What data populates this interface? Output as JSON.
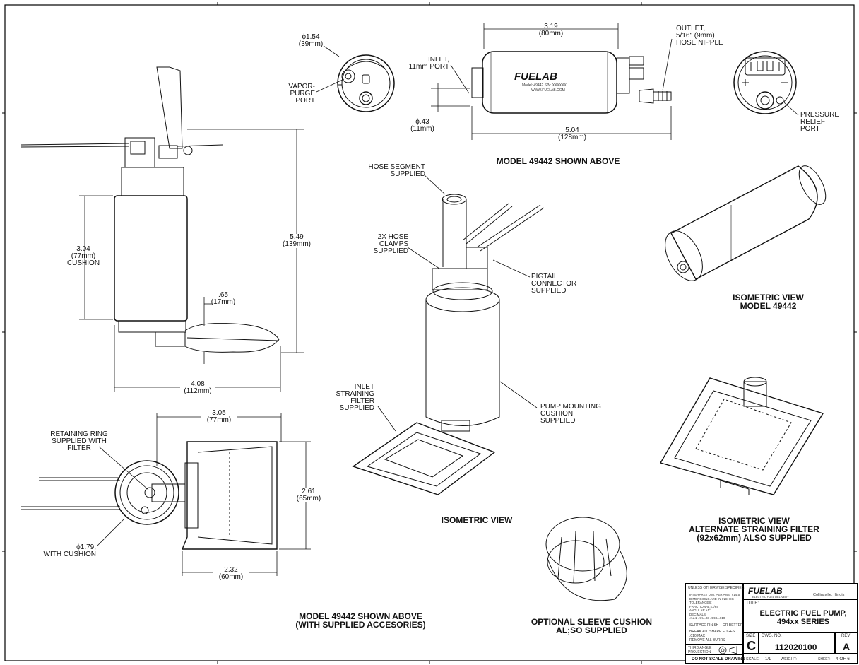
{
  "drawing": {
    "top_view_left": {
      "dia_main": "ϕ1.54",
      "dia_main_mm": "(39mm)",
      "vapor_port": "VAPOR-\nPURGE\nPORT"
    },
    "side_view": {
      "width": "3.19",
      "width_mm": "(80mm)",
      "length": "5.04",
      "length_mm": "(128mm)",
      "inlet": "INLET,\n11mm PORT",
      "inlet_dia": "ϕ.43",
      "inlet_dia_mm": "(11mm)",
      "outlet": "OUTLET,\n5/16\" (9mm)\nHOSE NIPPLE",
      "brand": "FUELAB",
      "model_line": "Model: 49442    S/N: XXXXXX",
      "url": "WWW.FUELAB.COM"
    },
    "top_view_right": {
      "pressure_relief": "PRESSURE\nRELIEF\nPORT"
    },
    "caption_model": "MODEL 49442 SHOWN ABOVE",
    "front_view": {
      "cushion_len": "3.04",
      "cushion_len_mm": "(77mm)",
      "cushion_word": "CUSHION",
      "overall": "5.49",
      "overall_mm": "(139mm)",
      "filter_h": ".65",
      "filter_h_mm": "(17mm)",
      "width": "4.08",
      "width_mm": "(112mm)"
    },
    "plan_view": {
      "len": "3.05",
      "len_mm": "(77mm)",
      "retaining": "RETAINING RING\nSUPPLIED WITH\nFILTER",
      "height": "2.61",
      "height_mm": "(65mm)",
      "dia": "ϕ1.79,",
      "dia_word": "WITH CUSHION",
      "width": "2.32",
      "width_mm": "(60mm)"
    },
    "caption_model_acc": "MODEL 49442 SHOWN ABOVE\n(WITH SUPPLIED ACCESORIES)",
    "iso_center": {
      "hose": "HOSE SEGMENT\nSUPPLIED",
      "clamps": "2X HOSE\nCLAMPS\nSUPPLIED",
      "pigtail": "PIGTAIL\nCONNECTOR\nSUPPLIED",
      "cushion": "PUMP MOUNTING\nCUSHION\nSUPPLIED",
      "inlet_filter": "INLET\nSTRAINING\nFILTER\nSUPPLIED",
      "caption": "ISOMETRIC VIEW"
    },
    "iso_model_caption": "ISOMETRIC VIEW\nMODEL 49442",
    "iso_filter_caption": "ISOMETRIC VIEW\nALTERNATE STRAINING FILTER\n(92x62mm) ALSO SUPPLIED",
    "sleeve_caption": "OPTIONAL SLEEVE CUSHION\nAL;SO SUPPLIED"
  },
  "title_block": {
    "unless": "UNLESS OTHERWISE SPECIFIED:",
    "notes": "INTERPRET DIM. PER ANSI Y14.5\nDIMENSIONS ARE IN INCHES\nTOLERANCES:\nFRACTIONAL ±1/64\"\nANGULAR ±1°\nDECIMALS:\n.X±.1  .XX±.03  .XXX±.010",
    "finish": "SURFACE FINISH",
    "finish_val": "OR BETTER",
    "break": "BREAK ALL SHARP EDGES .010 MAX\nREMOVE ALL BURRS",
    "third_angle": "THIRD ANGLE\nPROJECTION",
    "do_not_scale": "DO NOT SCALE DRAWING",
    "company": "FUELAB",
    "company_sub": "ELECTRIC FUEL DELIVERY",
    "location": "Collinsville, Illinois",
    "title_label": "TITLE:",
    "title": "ELECTRIC FUEL PUMP,\n494xx SERIES",
    "size_label": "SIZE",
    "size": "C",
    "dwg_label": "DWG. NO.",
    "dwg": "112020100",
    "rev_label": "REV",
    "rev": "A",
    "scale_label": "SCALE:",
    "scale": "1/1",
    "weight_label": "WEIGHT:",
    "sheet_label": "SHEET:",
    "sheet": "4 OF 6"
  },
  "colors": {
    "line": "#111111",
    "body": "#ffffff",
    "frame": "#000000"
  }
}
